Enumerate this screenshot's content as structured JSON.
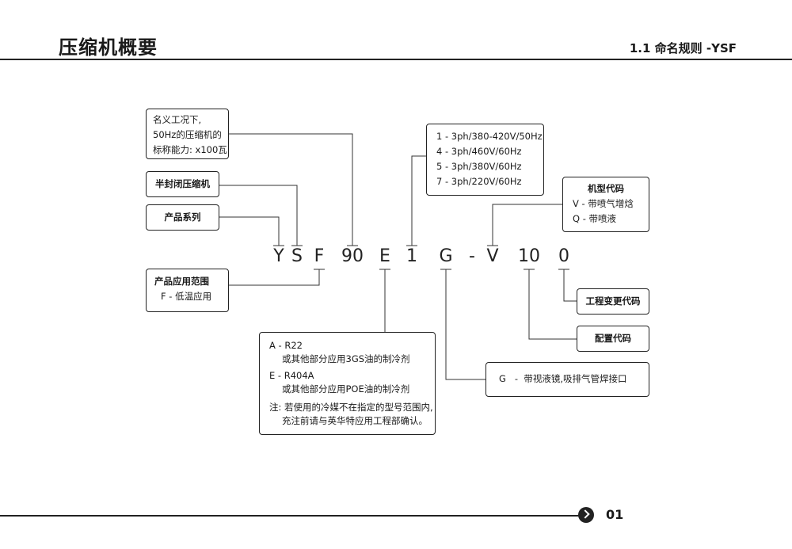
{
  "header": {
    "title": "压缩机概要",
    "section": "1.1 命名规则 -YSF"
  },
  "model_code": [
    "Y",
    "S",
    "F",
    "90",
    "E",
    "1",
    "G",
    "-",
    "V",
    "10",
    "0"
  ],
  "boxes": {
    "capacity": [
      "名义工况下,",
      "50Hz的压缩机的",
      "标称能力: x100瓦"
    ],
    "semi_hermetic": "半封闭压缩机",
    "product_series": "产品系列",
    "application": {
      "title": "产品应用范围",
      "items": [
        "F - 低温应用"
      ]
    },
    "voltage": [
      "1 - 3ph/380-420V/50Hz",
      "4 - 3ph/460V/60Hz",
      "5 - 3ph/380V/60Hz",
      "7 - 3ph/220V/60Hz"
    ],
    "model_type": {
      "title": "机型代码",
      "items": [
        "V - 带喷气增焓",
        "Q - 带喷液"
      ]
    },
    "refrigerant": {
      "a_code": "A - R22",
      "a_desc": "或其他部分应用3GS油的制冷剂",
      "e_code": "E - R404A",
      "e_desc": "或其他部分应用POE油的制冷剂",
      "note_1": "注: 若使用的冷媒不在指定的型号范围内,",
      "note_2": "充注前请与英华特应用工程部确认。"
    },
    "engineering_change": "工程变更代码",
    "config_code": "配置代码",
    "g_option": "G   -  带视液镜,吸排气管焊接口"
  },
  "footer": {
    "page": "01"
  }
}
